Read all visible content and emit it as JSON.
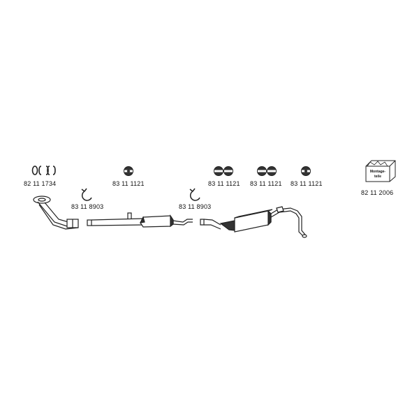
{
  "colors": {
    "line": "#222222",
    "fill_dark": "#333333",
    "fill_light": "#ffffff",
    "background": "#ffffff"
  },
  "parts": {
    "gasket_set": {
      "number": "82 11 1734",
      "icon": "gasket-rings-icon"
    },
    "hanger_1": {
      "number": "83 11 1121",
      "icon": "rubber-hanger-icon"
    },
    "hanger_2": {
      "number": "83 11 1121",
      "icon": "rubber-hanger-pair-icon"
    },
    "hanger_3": {
      "number": "83 11 1121",
      "icon": "rubber-hanger-pair-icon"
    },
    "hanger_4": {
      "number": "83 11 1121",
      "icon": "rubber-hanger-icon"
    },
    "clamp_1": {
      "number": "83 11 8903",
      "icon": "pipe-clamp-icon"
    },
    "clamp_2": {
      "number": "83 11 8903",
      "icon": "pipe-clamp-icon"
    },
    "mounting_kit": {
      "number": "82 11 2006",
      "icon": "mounting-kit-box-icon",
      "box_text": [
        "Montage-",
        "teile"
      ]
    }
  },
  "exhaust_components": [
    "front-pipe-icon",
    "intermediate-pipe-icon",
    "center-silencer-icon",
    "rear-silencer-icon",
    "tail-pipe-icon"
  ]
}
